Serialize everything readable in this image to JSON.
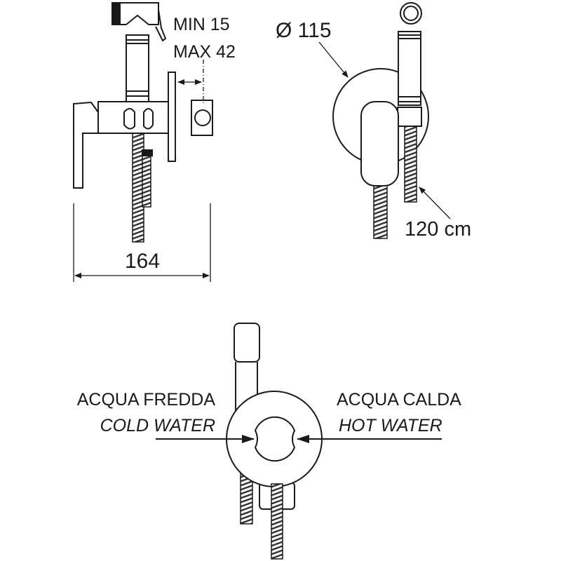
{
  "side_view": {
    "dim_depth": "MIN 15",
    "dim_depth_max": "MAX 42",
    "dim_width": "164"
  },
  "front_view": {
    "dim_diameter": "Ø 115",
    "hose_length": "120 cm"
  },
  "rear_view": {
    "cold_label_it": "ACQUA FREDDA",
    "cold_label_en": "COLD WATER",
    "hot_label_it": "ACQUA CALDA",
    "hot_label_en": "HOT WATER"
  },
  "colors": {
    "line": "#1a1a1a",
    "background": "#ffffff"
  }
}
